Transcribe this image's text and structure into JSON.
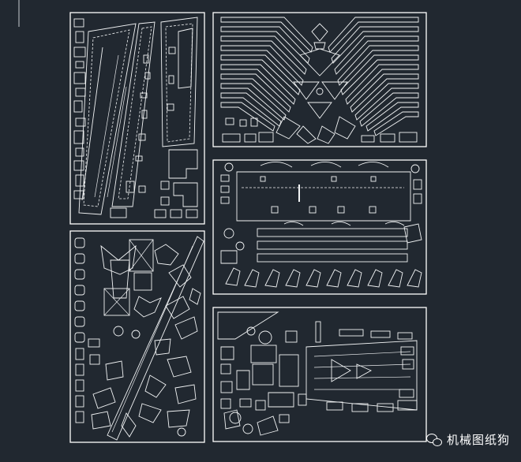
{
  "viewport": {
    "background": "#212830",
    "line_color": "#f2f4f5",
    "sheet_count": 5
  },
  "sheets": [
    {
      "id": "sheet-top-left"
    },
    {
      "id": "sheet-top-right"
    },
    {
      "id": "sheet-bottom-left"
    },
    {
      "id": "sheet-middle-right"
    },
    {
      "id": "sheet-bottom-right"
    }
  ],
  "watermark": {
    "icon": "wechat-icon",
    "text": "机械图纸狗"
  }
}
